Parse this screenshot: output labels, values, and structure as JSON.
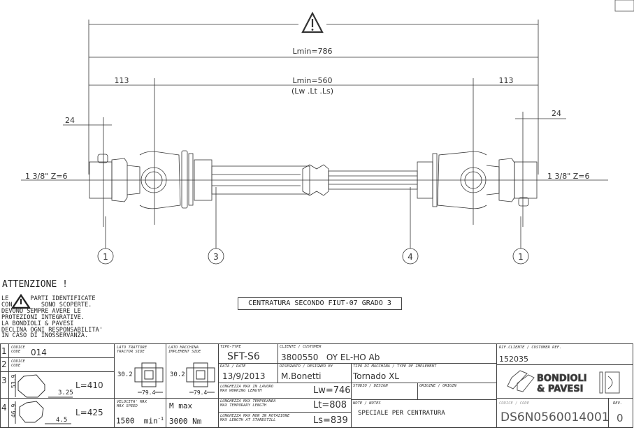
{
  "drawing": {
    "overall_length": "Lmin=786",
    "left_offset": "113",
    "right_offset": "113",
    "tube_length": "Lmin=560",
    "tube_length_note": "(Lw .Lt .Ls)",
    "left_small_dim": "24",
    "right_small_dim": "24",
    "left_spline": "1 3/8\" Z=6",
    "right_spline": "1 3/8\" Z=6",
    "balloons": [
      "1",
      "3",
      "4",
      "1"
    ],
    "warning_icon": "warning-triangle-icon"
  },
  "attention": {
    "title": "ATTENZIONE !",
    "lines": [
      "LE      PARTI IDENTIFICATE",
      "CON        SONO SCOPERTE.",
      "DEVONO SEMPRE AVERE LE",
      "PROTEZIONI INTEGRATIVE.",
      "LA BONDIOLI & PAVESI",
      "DECLINA OGNI RESPONSABILITA'",
      "IN CASO DI INOSSERVANZA."
    ]
  },
  "centering_note": "CENTRATURA SECONDO FIUT-07 GRADO 3",
  "title_block": {
    "rows": [
      {
        "num": "1",
        "label": "CODICE",
        "label_en": "CODE",
        "value": "014"
      },
      {
        "num": "2",
        "label": "CODICE",
        "label_en": "CODE",
        "value": ""
      },
      {
        "num": "3",
        "height_dim": "53.9",
        "thickness": "3.25",
        "length": "L=410"
      },
      {
        "num": "4",
        "height_dim": "46.9",
        "thickness": "4.5",
        "length": "L=425"
      }
    ],
    "tractor_side": {
      "label": "LATO TRATTORE",
      "label_en": "TRACTOR SIDE",
      "d1": "30.2",
      "d2": "79.4"
    },
    "implement_side": {
      "label": "LATO MACCHINA",
      "label_en": "IMPLEMENT SIDE",
      "d1": "30.2",
      "d2": "79.4"
    },
    "max_speed": {
      "label": "VELOCITA' MAX",
      "label_en": "MAX SPEED",
      "value": "1500",
      "unit": "min",
      "exp": "-1"
    },
    "max_torque": {
      "label": "M max",
      "value": "3000 Nm"
    },
    "type": {
      "label": "TIPO-TYPE",
      "value": "SFT-S6"
    },
    "customer": {
      "label": "CLIENTE / CUSTOMER",
      "value": "3800550   OY EL-HO Ab"
    },
    "date": {
      "label": "DATA / DATE",
      "value": "13/9/2013"
    },
    "designer": {
      "label": "DISEGNATO / DESIGNED BY",
      "value": "M.Bonetti"
    },
    "implement_type": {
      "label": "TIPO DI MACCHINA / TYPE OF IMPLEMENT",
      "value": "Tornado XL"
    },
    "lw": {
      "label": "LUNGHEZZA MAX IN LAVORO",
      "label_en": "MAX WORKING LENGTH",
      "value": "Lw=746"
    },
    "lt": {
      "label": "LUNGHEZZA MAX TEMPORANEA",
      "label_en": "MAX TEMPORARY LENGTH",
      "value": "Lt=808"
    },
    "ls": {
      "label": "LUNGHEZZA MAX NON IN ROTAZIONE",
      "label_en": "MAX LENGTH AT STANDSTILL",
      "value": "Ls=839"
    },
    "design": {
      "label": "STUDIO / DESIGN"
    },
    "origin": {
      "label": "ORIGINE / ORIGIN"
    },
    "notes": {
      "label": "NOTE / NOTES",
      "value": "SPECIALE PER CENTRATURA"
    },
    "customer_ref": {
      "label": "RIF.CLIENTE / CUSTOMER REF.",
      "value": "152035"
    },
    "logo": {
      "line1": "BONDIOLI",
      "line2": "& PAVESI"
    },
    "code": {
      "label": "CODICE / CODE",
      "value": "DS6N0560014001"
    },
    "rev": {
      "label": "REV.",
      "value": "0"
    }
  }
}
